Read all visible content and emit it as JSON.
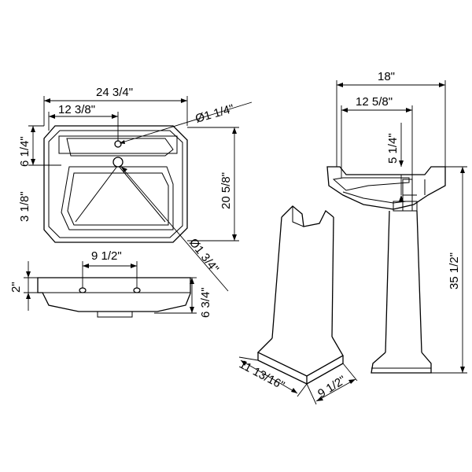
{
  "labels": {
    "top_width": "24  3/4\"",
    "faucet_offset": "12  3/8\"",
    "faucet_hole": "Ø1  1/4\"",
    "left_edge": "6 1/4\"",
    "basin_depth": "3  1/8\"",
    "length": "20  5/8\"",
    "drain_hole": "Ø1  3/4\"",
    "hole_spacing": "9  1/2\"",
    "rim_height": "2\"",
    "basin_height": "6 3/4\"",
    "side_width": "18\"",
    "side_inner": "12  5/8\"",
    "side_depth": "5 1/4\"",
    "total_height": "35 1/2\"",
    "pedestal_width": "11 13/16\"",
    "pedestal_depth": "9 1/2\""
  }
}
